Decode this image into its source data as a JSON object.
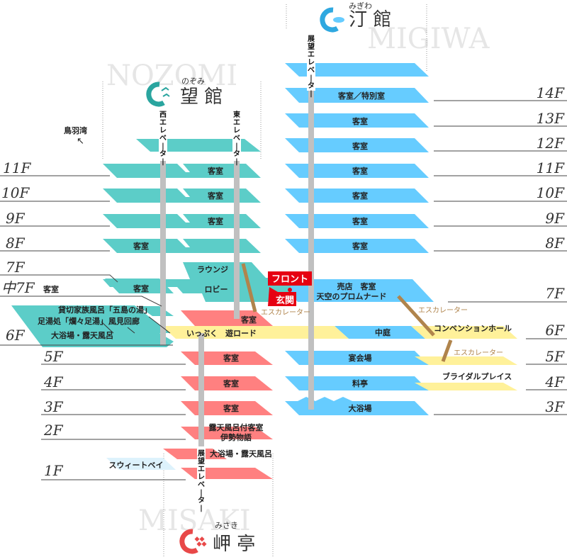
{
  "colors": {
    "nozomi": "#5ccdc8",
    "migiwa": "#66ccff",
    "misaki": "#ff8080",
    "corridor": "#fff19a",
    "light_blue": "#ddf2fc",
    "elevator": "#c0c0c0",
    "escalator": "#b0844c",
    "front": "#e60012"
  },
  "buildings": {
    "migiwa": {
      "ruby": "みぎわ",
      "name": "汀 館",
      "roman": "MIGIWA",
      "elevator": "展望エレベーター"
    },
    "nozomi": {
      "ruby": "のぞみ",
      "name": "望 館",
      "roman": "NOZOMI",
      "west_elevator": "西エレベーター",
      "east_elevator": "東エレベーター"
    },
    "misaki": {
      "ruby": "みさき",
      "name": "岬 亭",
      "roman": "MISAKI",
      "elevator": "展望エレベーター"
    }
  },
  "direction": {
    "label": "鳥羽湾",
    "arrow": "↖"
  },
  "floors_left": [
    "11F",
    "10F",
    "9F",
    "8F",
    "7F",
    "中7F",
    "6F",
    "5F",
    "4F",
    "3F",
    "2F",
    "1F"
  ],
  "floors_right": [
    "14F",
    "13F",
    "12F",
    "11F",
    "10F",
    "9F",
    "8F",
    "7F",
    "6F",
    "5F",
    "4F",
    "3F"
  ],
  "nozomi_floors": {
    "f11": "客室",
    "f10": "客室",
    "f9": "客室",
    "f8": "客室",
    "lounge": "ラウンジ",
    "lobby": "ロビー",
    "mid7_room": "客室",
    "mid7_left": "客室",
    "private_bath": "貸切家族風呂「五島の湯」",
    "foot_bath": "足湯処「爛々足湯」",
    "wind_corridor": "風見回廊",
    "grand_bath": "大浴場・露天風呂"
  },
  "migiwa_floors": {
    "f14": "客室／特別室",
    "f13": "客室",
    "f12": "客室",
    "f11": "客室",
    "f10": "客室",
    "f9": "客室",
    "f8": "客室",
    "f7_line1": "売店　客室",
    "f7_line2": "天空のプロムナード",
    "f6": "中庭",
    "f5": "宴会場",
    "f4": "料亭",
    "f3": "大浴場",
    "convention": "コンベンションホール",
    "bridal": "ブライダルプレイス"
  },
  "misaki_floors": {
    "f6_room": "客室",
    "f5": "客室",
    "f4": "客室",
    "f3": "客室",
    "f2_line1": "露天風呂付客室",
    "f2_line2": "伊勢物語",
    "f1_bath": "大浴場・露天風呂",
    "sweet_bay": "スウィートベイ"
  },
  "corridor": {
    "name": "いっぷく　遊ロード"
  },
  "escalators": [
    "エスカレーター",
    "エスカレーター",
    "エスカレーター"
  ],
  "front": {
    "label": "フロント"
  },
  "entrance": {
    "label": "玄関"
  }
}
